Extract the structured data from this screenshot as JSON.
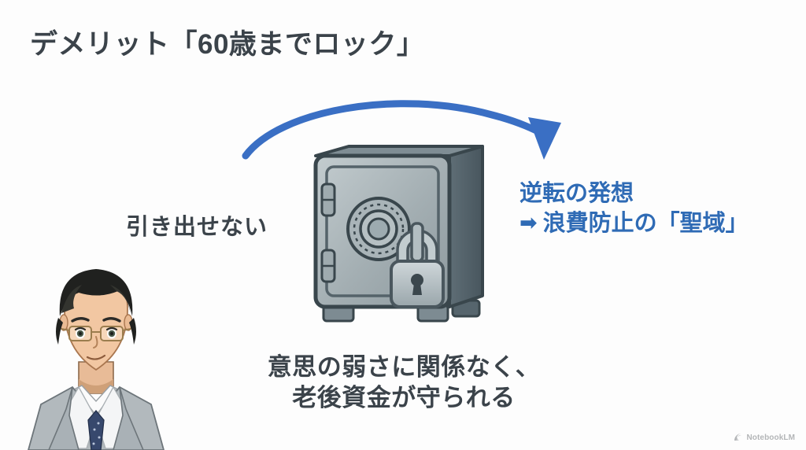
{
  "slide": {
    "title": "デメリット「60歳までロック」",
    "background_color": "#fdfdfd"
  },
  "labels": {
    "left_drawback": "引き出せない",
    "bottom_caption_line_1": "意思の弱さに関係なく、",
    "bottom_caption_line_2": "老後資金が守られる"
  },
  "highlight": {
    "line_1": "逆転の発想",
    "arrow_glyph": "➡",
    "line_2": "浪費防止の「聖域」",
    "color": "#2f6bb5"
  },
  "illustrations": {
    "safe": "safe-icon",
    "padlock": "padlock-icon",
    "combination_dial": "combination-dial-icon",
    "person": "businessman-avatar",
    "curved_arrow": "curved-arrow-icon"
  },
  "colors": {
    "text_dark": "#3b434a",
    "accent_blue": "#2f6bb5",
    "arrow_blue": "#3a6fc4",
    "safe_body": "#9aa7ab",
    "safe_outline": "#39464c"
  },
  "watermark": {
    "label": "NotebookLM",
    "icon": "notebooklm-logo-icon"
  }
}
